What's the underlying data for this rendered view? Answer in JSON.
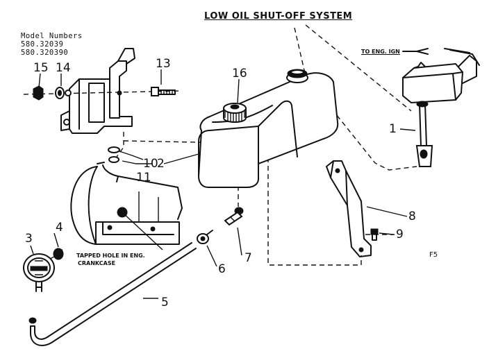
{
  "diagram": {
    "title": "LOW OIL SHUT-OFF SYSTEM",
    "model_heading": "Model Numbers",
    "models": [
      "580.32039",
      "580.320390"
    ],
    "ignition_label": "TO ENG. IGN",
    "tapped_hole_label_line1": "TAPPED HOLE IN ENG.",
    "tapped_hole_label_line2": "CRANKCASE",
    "figure_code": "F5",
    "part_numbers": {
      "p1": "1",
      "p2": "2",
      "p3": "3",
      "p4": "4",
      "p5": "5",
      "p6": "6",
      "p7": "7",
      "p8": "8",
      "p9": "9",
      "p10": "10",
      "p11": "11",
      "p13": "13",
      "p14": "14",
      "p15": "15",
      "p16": "16"
    }
  }
}
